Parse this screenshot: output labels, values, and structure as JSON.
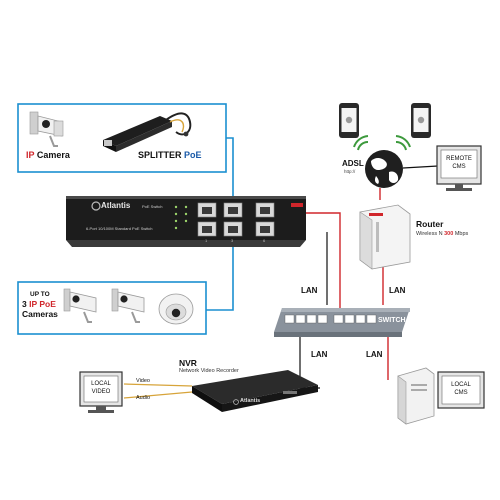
{
  "colors": {
    "accent_red": "#d0262b",
    "link_blue": "#1b8fd0",
    "device_dark": "#1e1e1e",
    "switch_gray": "#8a929c",
    "globe": "#222222"
  },
  "top_box": {
    "ip_camera": {
      "prefix": "IP",
      "rest": " Camera"
    },
    "splitter": {
      "prefix": "SPLITTER ",
      "poe": "PoE"
    }
  },
  "poe_switch": {
    "brand": "Atlantis",
    "model_line": "PoE Switch",
    "subtitle": "6-Port 10/100M Standard PoE Switch",
    "port_numbers": [
      "1",
      "2",
      "3",
      "4",
      "5",
      "6"
    ]
  },
  "bottom_box": {
    "up_to": "UP TO",
    "cameras_prefix": "3 ",
    "cameras_poe": "IP PoE",
    "cameras_rest": "Cameras"
  },
  "internet": {
    "adsl": "ADSL",
    "url": "http://",
    "remote_cms": [
      "REMOTE",
      "CMS"
    ]
  },
  "router": {
    "title": "Router",
    "subtitle_prefix": "Wireless N ",
    "subtitle_speed": "300",
    "subtitle_unit": " Mbps"
  },
  "network": {
    "switch_label": "SWITCH",
    "lan_labels": [
      "LAN",
      "LAN",
      "LAN",
      "LAN"
    ]
  },
  "nvr": {
    "title": "NVR",
    "subtitle": "Network Video Recorder",
    "brand": "Atlantis",
    "video": "Video",
    "audio": "Audio"
  },
  "local_video": [
    "LOCAL",
    "VIDEO"
  ],
  "local_cms": [
    "LOCAL",
    "CMS"
  ]
}
